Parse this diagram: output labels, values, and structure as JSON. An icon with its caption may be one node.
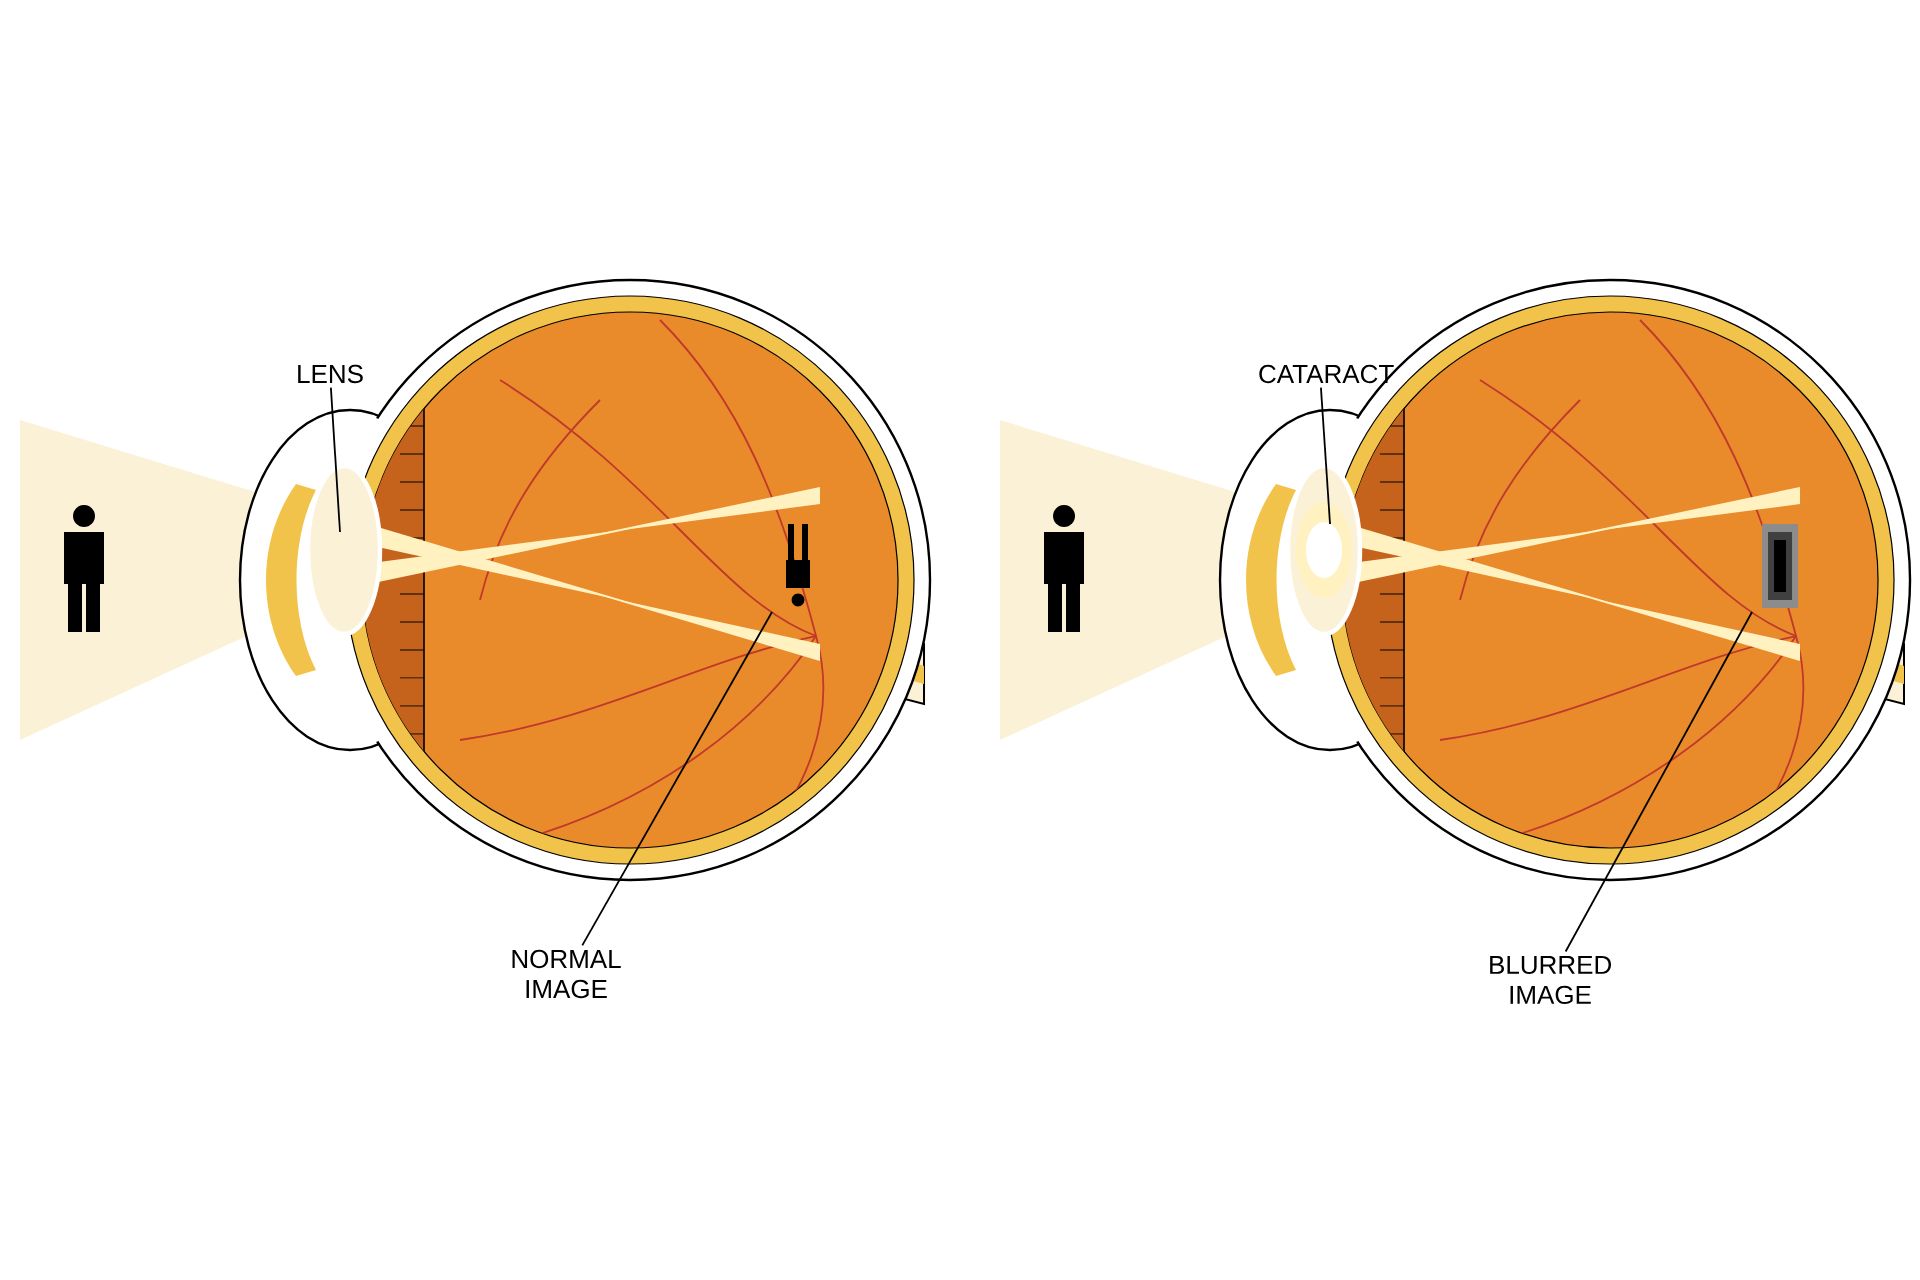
{
  "diagram": {
    "nodes": [
      {
        "text": [
          "LENS"
        ]
      },
      {
        "text": [
          "NORMAL IMAGE"
        ]
      },
      {
        "text": [
          "CATARACT"
        ]
      },
      {
        "text": [
          "BLURRED IMAGE"
        ]
      }
    ],
    "edges": [
      {
        "from": 0,
        "to": null,
        "arrow": "none"
      },
      {
        "from": 1,
        "to": null,
        "arrow": "none"
      },
      {
        "from": 2,
        "to": null,
        "arrow": "none"
      },
      {
        "from": 3,
        "to": null,
        "arrow": "none"
      }
    ]
  }
}
